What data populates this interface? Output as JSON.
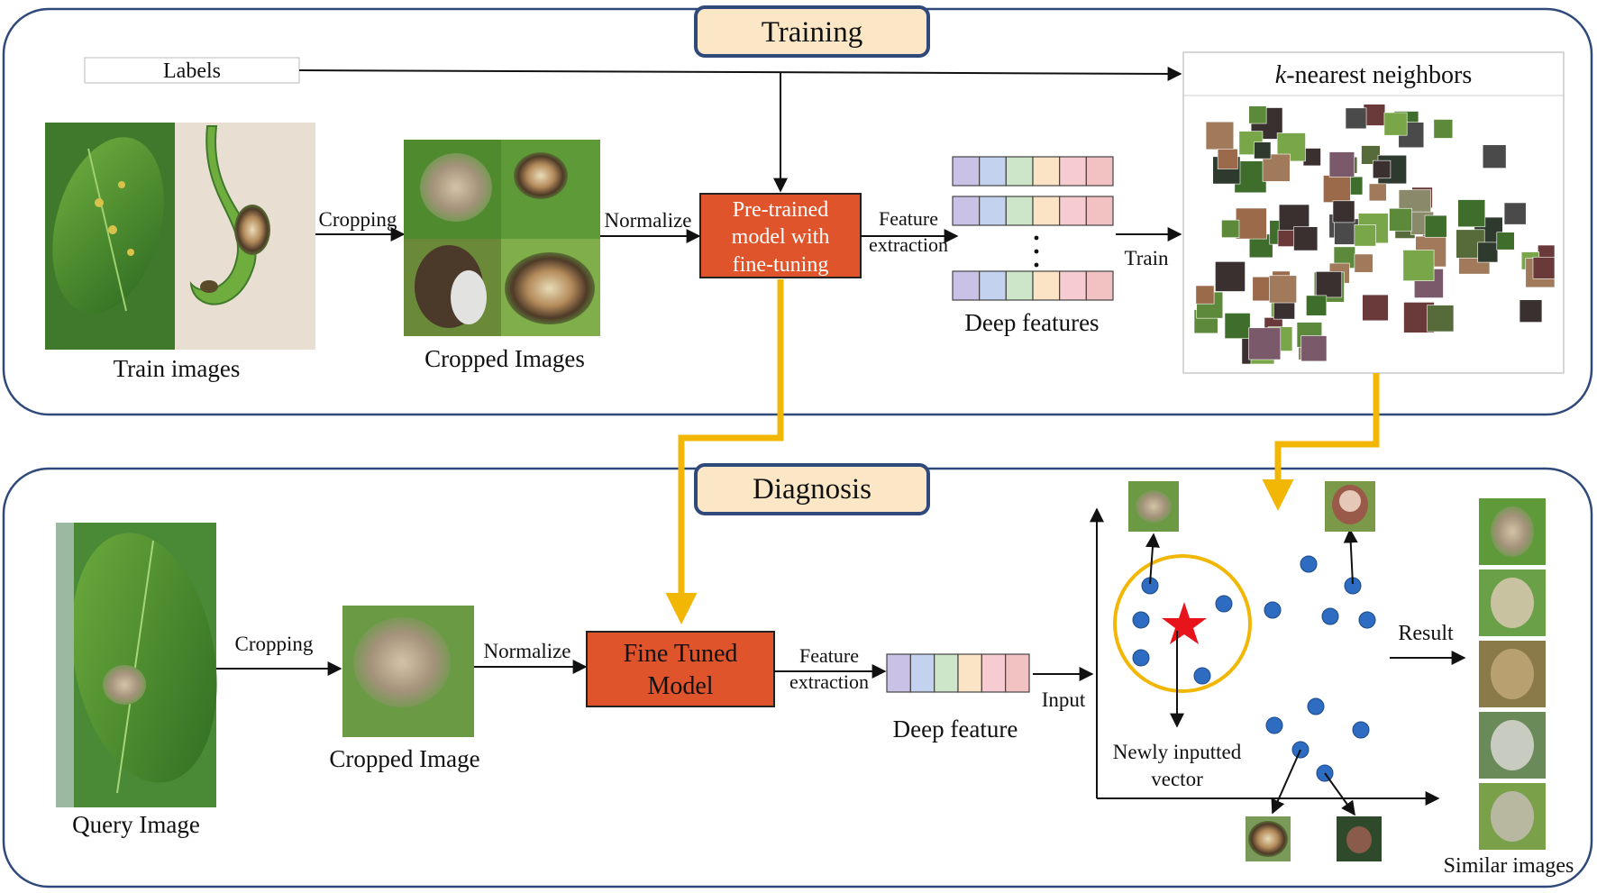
{
  "training": {
    "title": "Training",
    "labels": "Labels",
    "train_images": "Train images",
    "cropping": "Cropping",
    "cropped_images": "Cropped Images",
    "normalize": "Normalize",
    "model": [
      "Pre-trained",
      "model with",
      "fine-tuning"
    ],
    "feature_extraction": [
      "Feature",
      "extraction"
    ],
    "deep_features": "Deep features",
    "train": "Train",
    "knn_k": "k",
    "knn_rest": "-nearest neighbors"
  },
  "diagnosis": {
    "title": "Diagnosis",
    "query_image": "Query Image",
    "cropping": "Cropping",
    "cropped_image": "Cropped Image",
    "normalize": "Normalize",
    "model": [
      "Fine Tuned",
      "Model"
    ],
    "feature_extraction": [
      "Feature",
      "extraction"
    ],
    "deep_feature": "Deep feature",
    "input": "Input",
    "new_vector": [
      "Newly inputted",
      "vector"
    ],
    "result": "Result",
    "similar_images": "Similar images"
  },
  "colors": {
    "panel_border": "#2f4a7a",
    "title_fill": "#fbe6c6",
    "model_fill": "#e0542c",
    "flow_arrow": "#f2b705",
    "dot": "#2d6cc0",
    "star": "#e8141c",
    "feature_cells": [
      "#c9c2e6",
      "#c3d2ef",
      "#cde6c9",
      "#fbe3c6",
      "#f6ccd2",
      "#f2c1c1"
    ]
  }
}
